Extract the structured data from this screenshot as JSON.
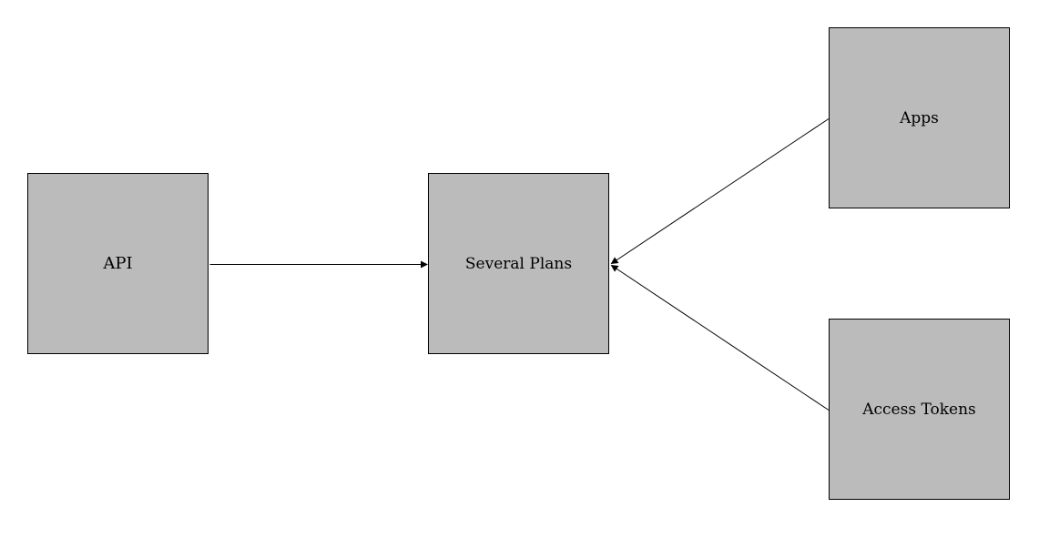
{
  "nodes": {
    "api": {
      "label": "API"
    },
    "plans": {
      "label": "Several Plans"
    },
    "apps": {
      "label": "Apps"
    },
    "tokens": {
      "label": "Access Tokens"
    }
  },
  "edges": [
    {
      "from": "api",
      "to": "plans"
    },
    {
      "from": "apps",
      "to": "plans"
    },
    {
      "from": "tokens",
      "to": "plans"
    }
  ],
  "colors": {
    "node_fill": "#bbbbbb",
    "stroke": "#000000",
    "background": "#ffffff"
  }
}
